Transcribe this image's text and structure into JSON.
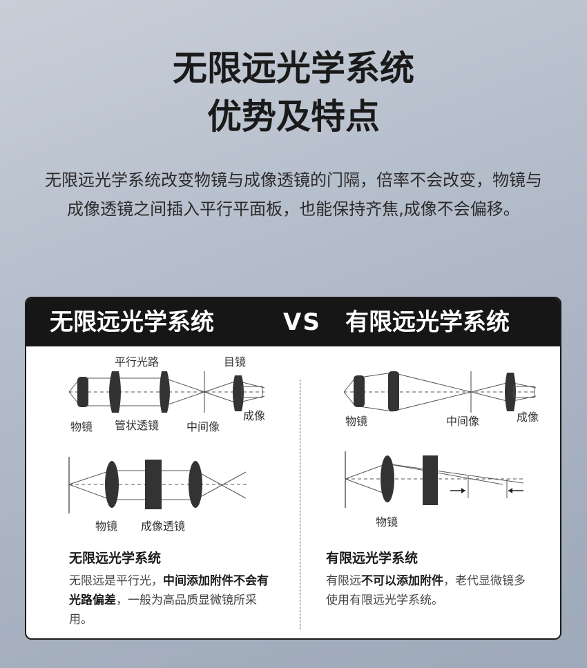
{
  "title_line1": "无限远光学系统",
  "title_line2": "优势及特点",
  "description": "无限远光学系统改变物镜与成像透镜的门隔，倍率不会改变，物镜与成像透镜之间插入平行平面板，也能保持齐焦,成像不会偏移。",
  "comparison": {
    "left_header": "无限远光学系统",
    "vs": "VS",
    "right_header": "有限远光学系统"
  },
  "left_diagram_labels": {
    "parallel_path": "平行光路",
    "eyepiece": "目镜",
    "objective": "物镜",
    "tube_lens": "管状透镜",
    "intermediate_image": "中间像",
    "imaging": "成像",
    "objective_2": "物镜",
    "imaging_lens": "成像透镜"
  },
  "right_diagram_labels": {
    "objective": "物镜",
    "intermediate_image": "中间像",
    "imaging": "成像",
    "objective_2": "物镜"
  },
  "left_column": {
    "title": "无限远光学系统",
    "text_a": "无限远是平行光，",
    "text_bold": "中间添加附件不会有光路偏差",
    "text_b": "，一般为高品质显微镜所采用。"
  },
  "right_column": {
    "title": "有限远光学系统",
    "text_a": "有限远",
    "text_bold": "不可以添加附件",
    "text_b": "，老代显微镜多使用有限远光学系统。"
  }
}
